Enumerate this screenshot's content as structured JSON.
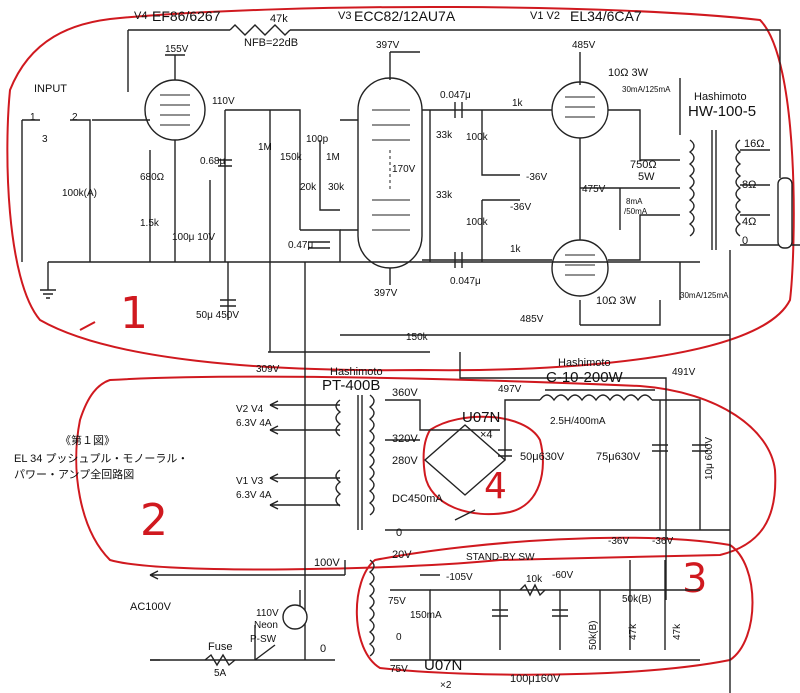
{
  "labels": {
    "tube_v4": "V4",
    "tube_ef86": "EF86/6267",
    "tube_v3": "V3",
    "tube_ecc82": "ECC82/12AU7A",
    "tube_v1v2": "V1 V2",
    "tube_el34": "EL34/6CA7",
    "r47k": "47k",
    "nfb": "NFB=22dB",
    "input": "INPUT",
    "pin1": "1",
    "pin2": "2",
    "pin3": "3",
    "v155": "155V",
    "v110": "110V",
    "v397a": "397V",
    "v397b": "397V",
    "v485a": "485V",
    "v485b": "485V",
    "r10ohm_top": "10Ω 3W",
    "r10ohm_bot": "10Ω 3W",
    "i30_top": "30mA/125mA",
    "i30_bot": "30mA/125mA",
    "hashimoto_out": "Hashimoto",
    "hw100": "HW-100-5",
    "tap16": "16Ω",
    "tap8": "8Ω",
    "tap4": "4Ω",
    "tap0": "0",
    "r750": "750Ω",
    "w5": "5W",
    "v475": "475V",
    "i8ma": "8mA",
    "i50ma": "/50mA",
    "c0047a": "0.047μ",
    "c0047b": "0.047μ",
    "r1ka": "1k",
    "r1kb": "1k",
    "r100ka": "100k",
    "r100kb": "100k",
    "vm36a": "-36V",
    "vm36b": "-36V",
    "r33ka": "33k",
    "r33kb": "33k",
    "v170": "170V",
    "r30k": "30k",
    "r1ma": "1M",
    "r1mb": "1M",
    "r150k": "150k",
    "c100p": "100p",
    "r20k": "20k",
    "c068": "0.68μ",
    "c047": "0.47μ",
    "r100ka_pot": "100k(A)",
    "r680": "680Ω",
    "r15k": "1.5k",
    "c100u": "100μ 10V",
    "c50u450": "50μ 450V",
    "v309": "309V",
    "r150k_fb": "150k",
    "hashimoto_pt": "Hashimoto",
    "pt400b": "PT-400B",
    "v360": "360V",
    "v320": "320V",
    "v280": "280V",
    "dc450": "DC450mA",
    "heater1a": "V2 V4",
    "heater1b": "6.3V 4A",
    "heater2a": "V1 V3",
    "heater2b": "6.3V 4A",
    "sec0a": "0",
    "sec20": "20V",
    "sec100": "100V",
    "sec0b": "0",
    "ac100": "AC100V",
    "neon1": "110V",
    "neon2": "Neon",
    "psw": "P-SW",
    "fuse": "Fuse",
    "fuse5a": "5A",
    "u07n_top": "U07N",
    "x4": "×4",
    "c50u630": "50μ630V",
    "v497": "497V",
    "hashimoto_ch": "Hashimoto",
    "c10": "C-10-200W",
    "choke": "2.5H/400mA",
    "v491": "491V",
    "c75u": "75μ630V",
    "c10u600": "10μ 600V",
    "standby": "STAND-BY SW",
    "vm105": "-105V",
    "r10k": "10k",
    "vm60": "-60V",
    "v75a": "75V",
    "v75b": "75V",
    "i150": "150mA",
    "sec0c": "0",
    "u07n_bot": "U07N",
    "x2": "×2",
    "c100u160": "100μ160V",
    "r50kb_a": "50k(B)",
    "r50kb_b": "50k(B)",
    "r47ka": "47k",
    "r47kb": "47k",
    "vm36c": "-36V",
    "vm36d": "-36V",
    "jp1": "《第１図》",
    "jp2": "EL 34 プッシュプル・モノーラル・",
    "jp3": "パワー・アンプ全回路図",
    "region1": "1",
    "region2": "2",
    "region3": "3",
    "region4": "4"
  },
  "colors": {
    "ink": "#222222",
    "paper": "#ffffff",
    "annotation_red": "#d0191f"
  }
}
